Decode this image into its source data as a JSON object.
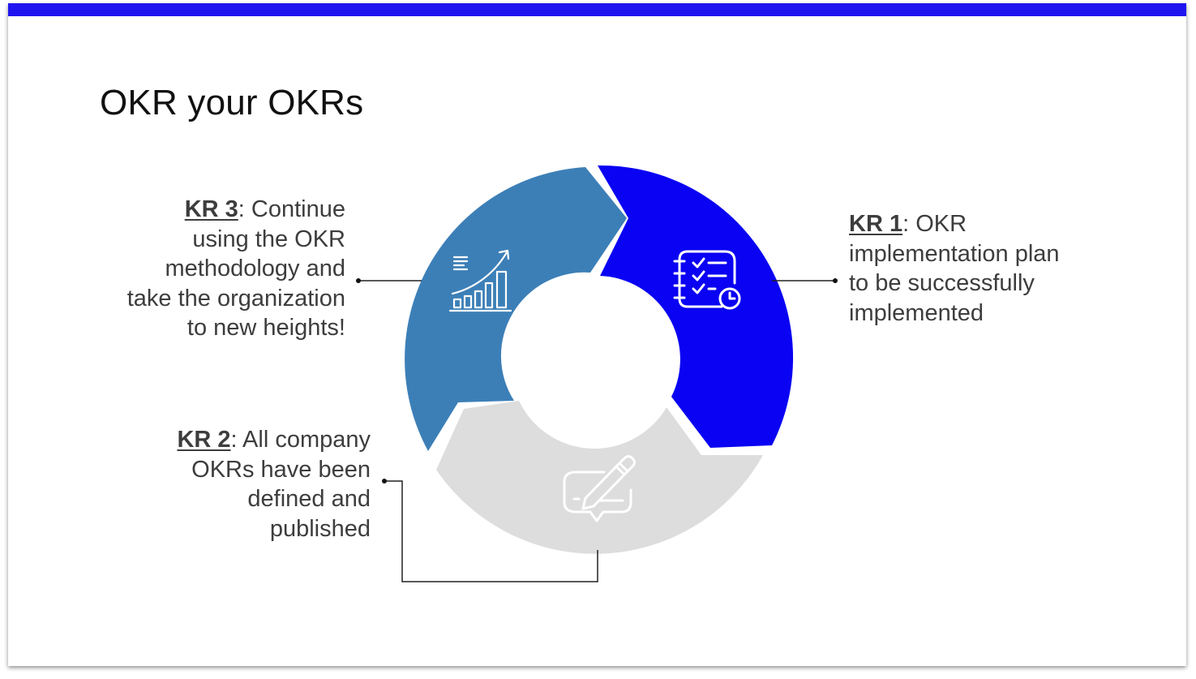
{
  "title": "OKR your OKRs",
  "colors": {
    "top_bar": "#1f14f0",
    "kr1_segment": "#0a02f2",
    "kr3_segment": "#3c7fb7",
    "kr2_segment": "#dddddd",
    "icon_stroke": "#ffffff"
  },
  "key_results": [
    {
      "label": "KR 1",
      "text": ": OKR implementation plan to be successfully implemented",
      "icon": "checklist-clock-icon"
    },
    {
      "label": "KR 2",
      "text": ": All company OKRs have been defined and published",
      "icon": "message-pencil-icon"
    },
    {
      "label": "KR 3",
      "text": ": Continue using the OKR methodology and take the organization to new heights!",
      "icon": "growth-chart-icon"
    }
  ]
}
